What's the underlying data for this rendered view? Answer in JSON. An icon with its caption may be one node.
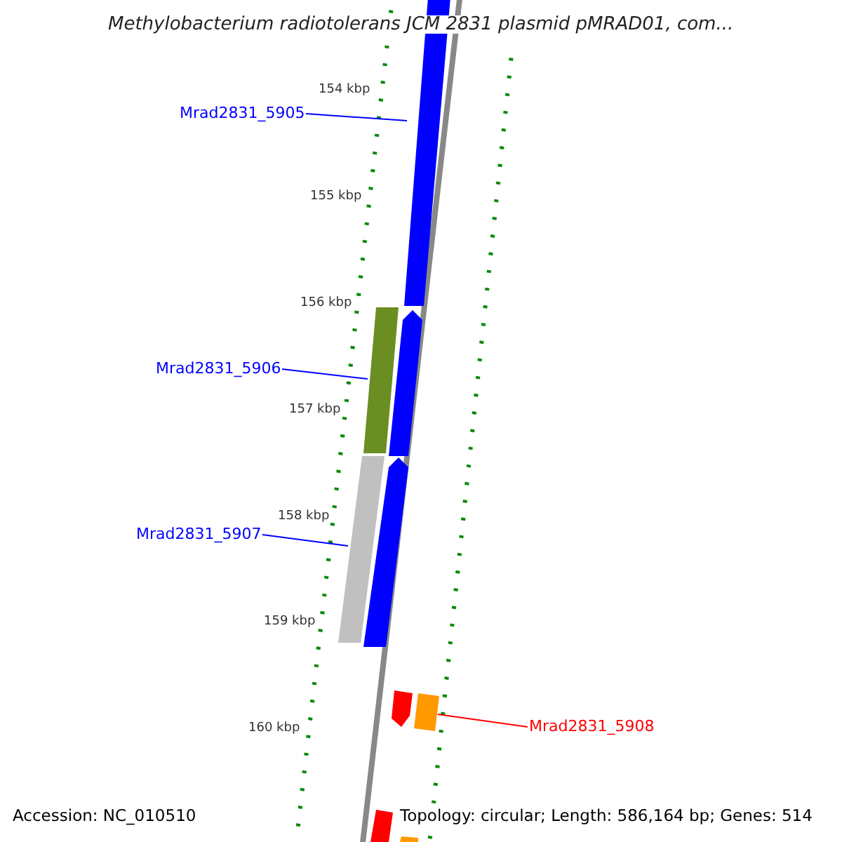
{
  "diagram": {
    "title": "Methylobacterium radiotolerans JCM 2831 plasmid pMRAD01, com...",
    "nodes": [
      {
        "text": [
          "Mrad2831_5905"
        ]
      },
      {
        "text": [],
        "shape": "bar"
      },
      {
        "text": [
          "Mrad2831_5906"
        ]
      },
      {
        "text": [],
        "shape": "bar"
      },
      {
        "text": [
          "Mrad2831_5907"
        ]
      },
      {
        "text": [],
        "shape": "bar"
      },
      {
        "text": [
          "Mrad2831_5908"
        ]
      },
      {
        "text": [],
        "shape": "bar"
      }
    ],
    "edges": [
      {
        "from": 0,
        "to": 1,
        "arrow": "none"
      },
      {
        "from": 2,
        "to": 3,
        "arrow": "none"
      },
      {
        "from": 4,
        "to": 5,
        "arrow": "none"
      },
      {
        "from": 6,
        "to": 7,
        "arrow": "none",
        "color": "#ff0000"
      }
    ],
    "labels": [
      "154 kbp",
      "155 kbp",
      "156 kbp",
      "157 kbp",
      "158 kbp",
      "159 kbp",
      "160 kbp",
      "Accession: NC_010510",
      "Topology: circular; Length: 586,164 bp; Genes: 514"
    ]
  }
}
